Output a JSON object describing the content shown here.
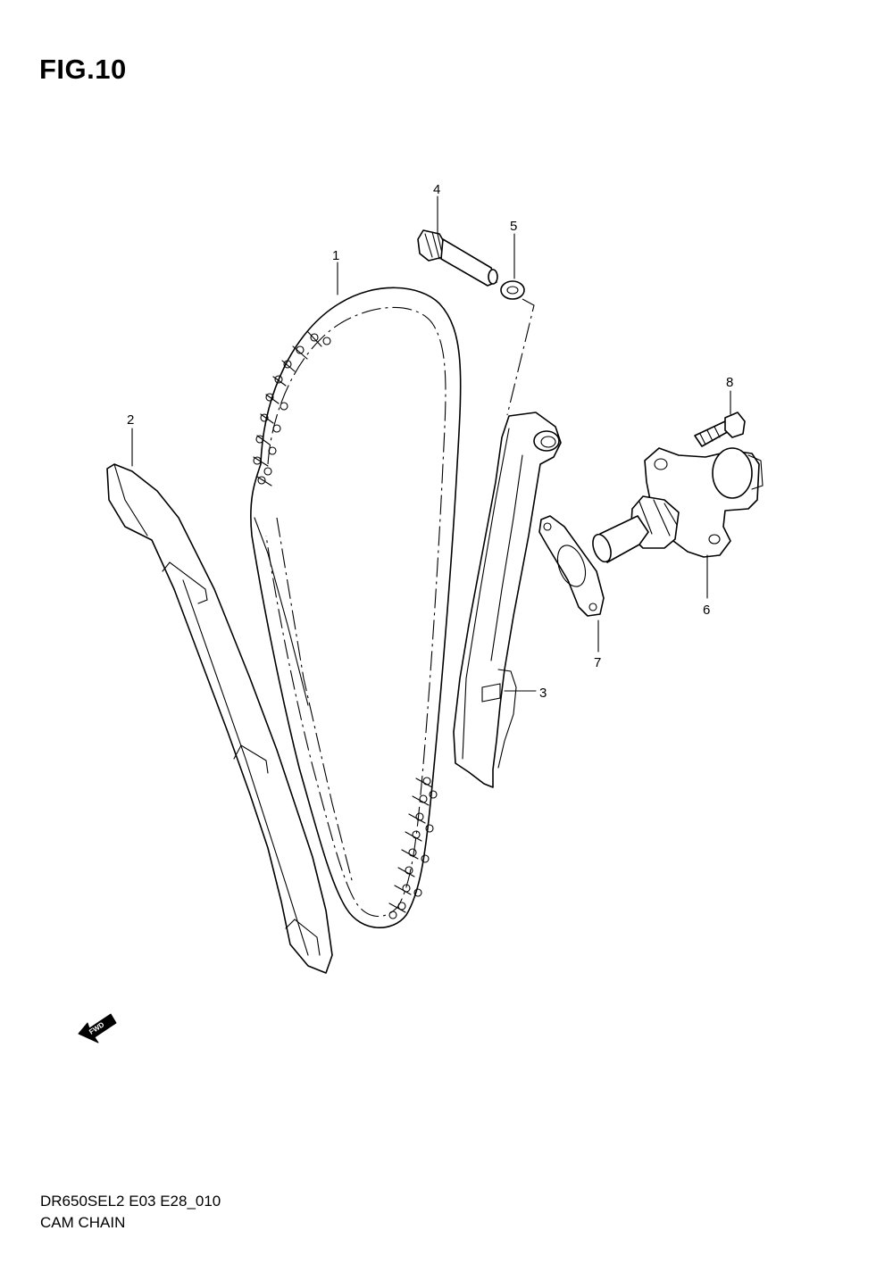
{
  "header": {
    "title": "FIG.10"
  },
  "footer": {
    "model_code": "DR650SEL2 E03 E28_010",
    "section_name": "CAM CHAIN"
  },
  "fwd_marker": {
    "label": "FWD"
  },
  "callouts": [
    {
      "id": "1",
      "label": "1"
    },
    {
      "id": "2",
      "label": "2"
    },
    {
      "id": "3",
      "label": "3"
    },
    {
      "id": "4",
      "label": "4"
    },
    {
      "id": "5",
      "label": "5"
    },
    {
      "id": "6",
      "label": "6"
    },
    {
      "id": "7",
      "label": "7"
    },
    {
      "id": "8",
      "label": "8"
    }
  ]
}
